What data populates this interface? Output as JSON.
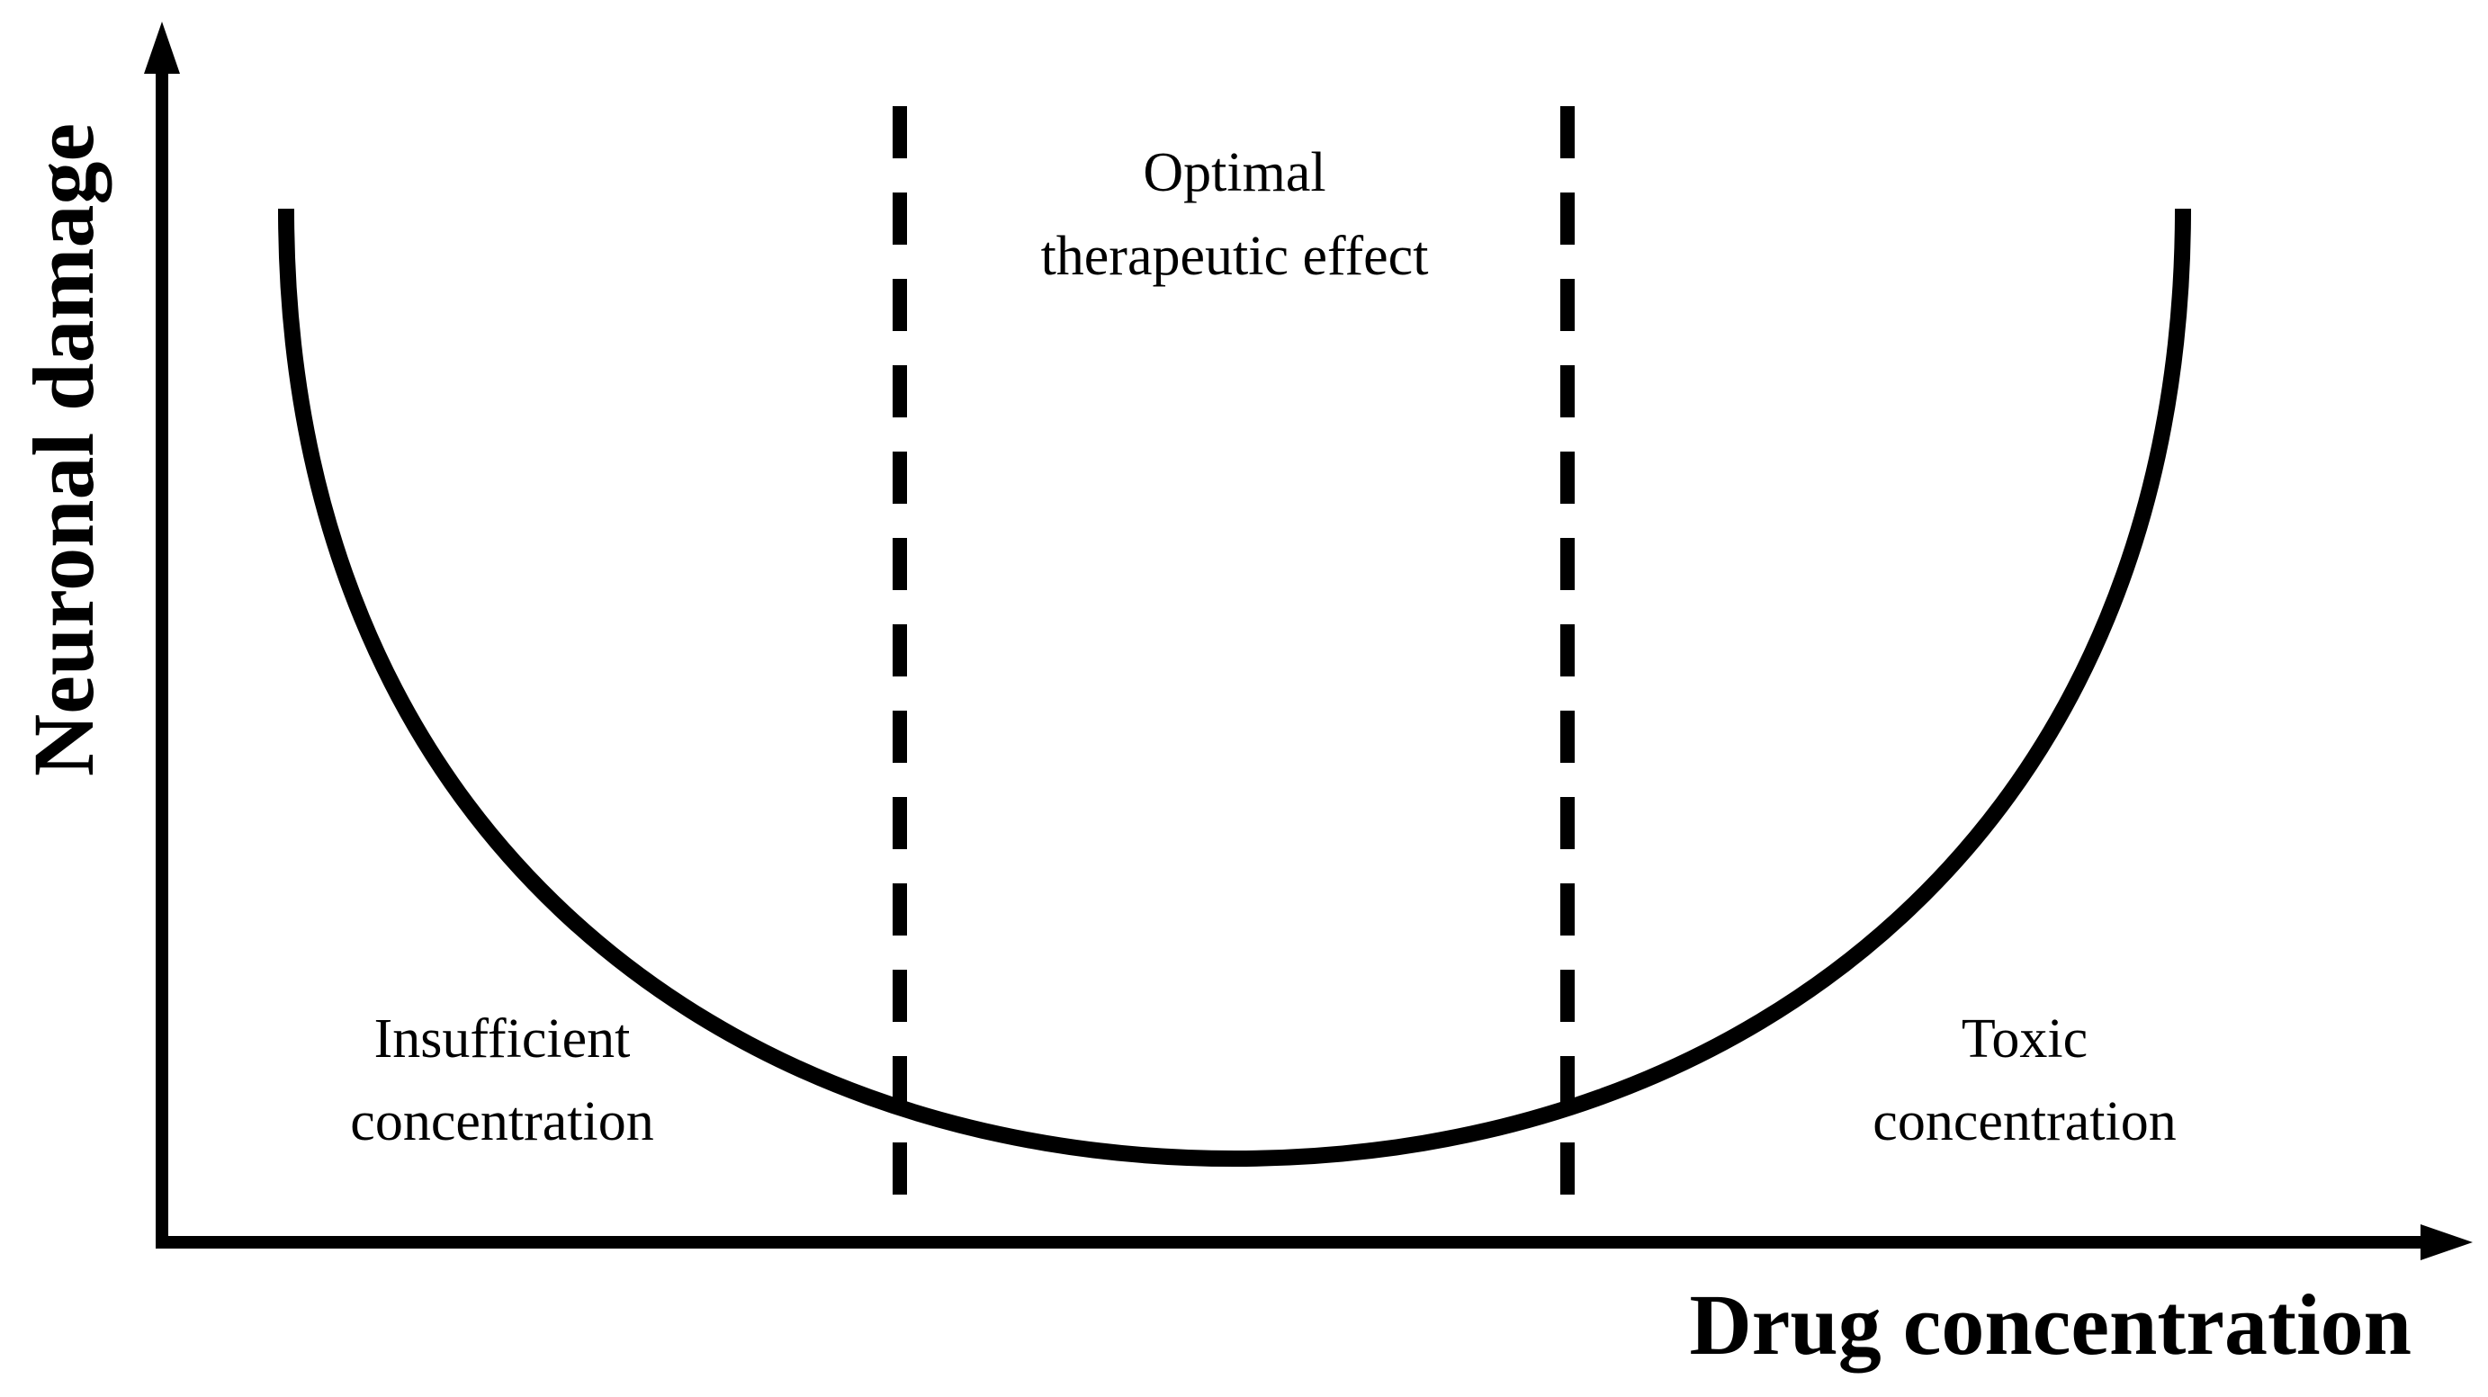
{
  "colors": {
    "stroke": "#000000",
    "background": "#ffffff"
  },
  "axes": {
    "x_label": "Drug concentration",
    "y_label": "Neuronal damage"
  },
  "regions": {
    "left": {
      "line1": "Insufficient",
      "line2": "concentration"
    },
    "middle": {
      "line1": "Optimal",
      "line2": "therapeutic effect"
    },
    "right": {
      "line1": "Toxic",
      "line2": "concentration"
    }
  }
}
